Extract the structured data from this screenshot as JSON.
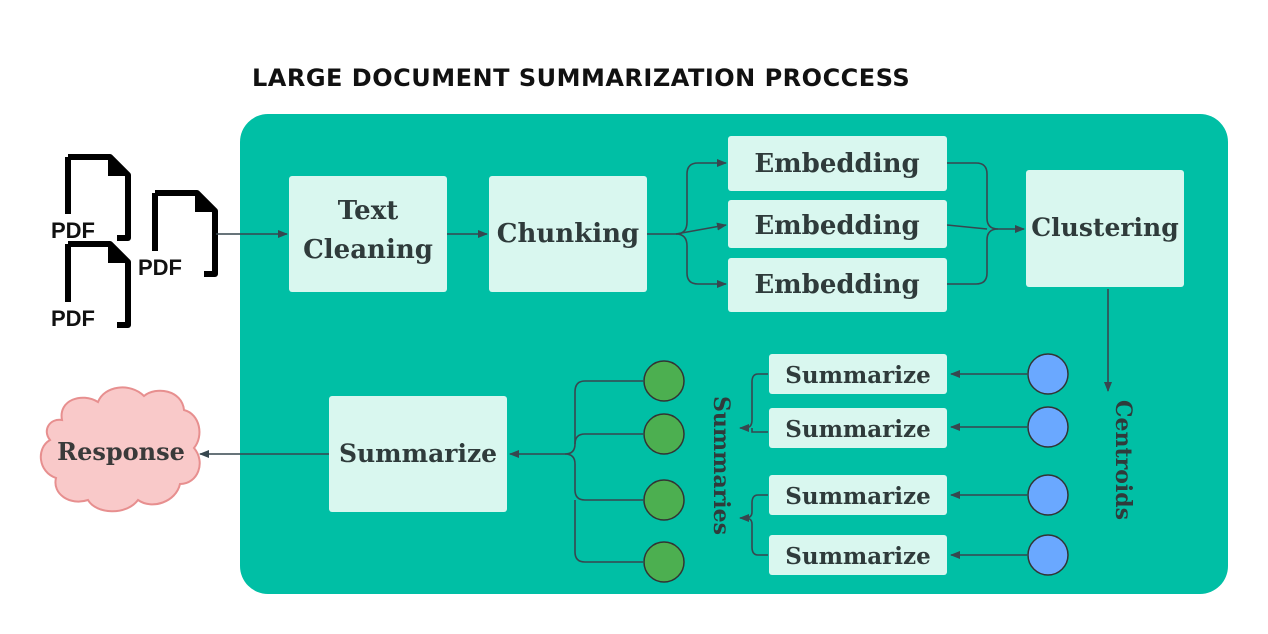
{
  "title": "LARGE DOCUMENT SUMMARIZATION PROCCESS",
  "colors": {
    "panel": "#00bfa5",
    "box": "#d9f7ef",
    "green_circle": "#4caf50",
    "blue_circle": "#6aa8ff",
    "cloud_fill": "#f9c9c9",
    "cloud_stroke": "#e78f8f",
    "arrow": "#37474f"
  },
  "inputs": {
    "pdf_labels": [
      "PDF",
      "PDF",
      "PDF"
    ]
  },
  "nodes": {
    "text_cleaning": [
      "Text",
      "Cleaning"
    ],
    "chunking": "Chunking",
    "embeddings": [
      "Embedding",
      "Embedding",
      "Embedding"
    ],
    "clustering": "Clustering",
    "centroids_label": "Centroids",
    "summarize_boxes": [
      "Summarize",
      "Summarize",
      "Summarize",
      "Summarize"
    ],
    "summaries_label": "Summaries",
    "final_summarize": "Summarize",
    "response": "Response"
  },
  "icons": {
    "document": "document-icon",
    "centroid": "centroid-circle",
    "summary": "summary-circle"
  }
}
